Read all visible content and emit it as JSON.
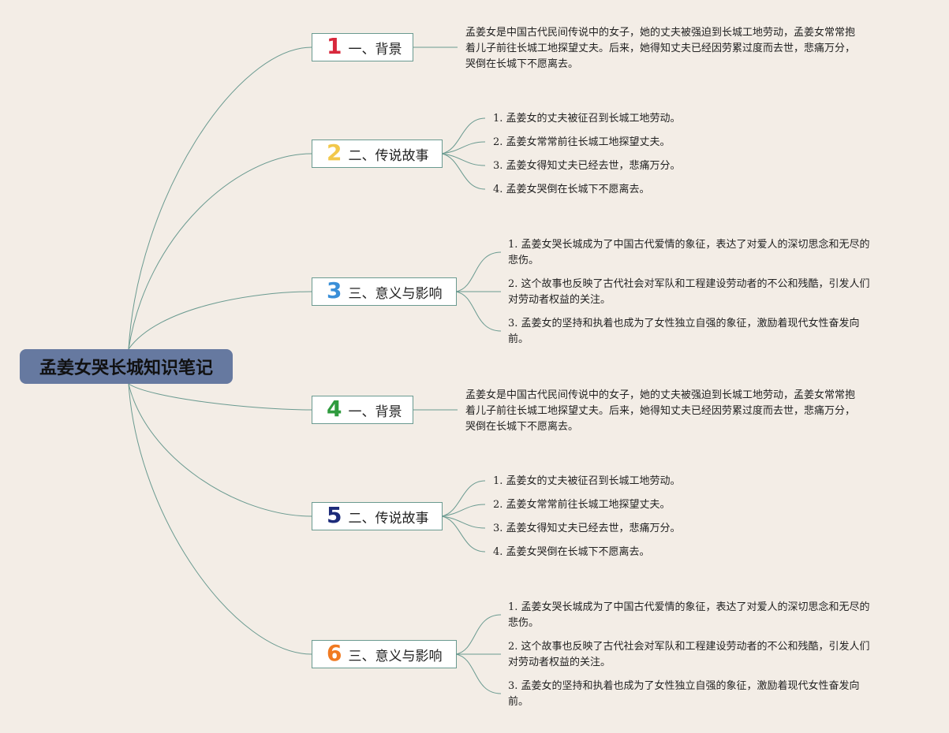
{
  "root": {
    "title": "孟姜女哭长城知识笔记"
  },
  "colors": {
    "background": "#f3ede6",
    "root_fill": "#6679a0",
    "link": "#6a9a90",
    "num1": "#d8283c",
    "num2": "#f2c84b",
    "num3": "#3a8fd8",
    "num4": "#2f9b3e",
    "num5": "#1d2b7a",
    "num6": "#f07a22"
  },
  "branches": [
    {
      "num": "1",
      "label": "一、背景",
      "paragraph": "孟姜女是中国古代民间传说中的女子，她的丈夫被强迫到长城工地劳动，孟姜女常常抱着儿子前往长城工地探望丈夫。后来，她得知丈夫已经因劳累过度而去世，悲痛万分，哭倒在长城下不愿离去。"
    },
    {
      "num": "2",
      "label": "二、传说故事",
      "items": [
        {
          "n": "1.",
          "text": "孟姜女的丈夫被征召到长城工地劳动。"
        },
        {
          "n": "2.",
          "text": "孟姜女常常前往长城工地探望丈夫。"
        },
        {
          "n": "3.",
          "text": "孟姜女得知丈夫已经去世，悲痛万分。"
        },
        {
          "n": "4.",
          "text": "孟姜女哭倒在长城下不愿离去。"
        }
      ]
    },
    {
      "num": "3",
      "label": "三、意义与影响",
      "items": [
        {
          "n": "1.",
          "text": "孟姜女哭长城成为了中国古代爱情的象征，表达了对爱人的深切思念和无尽的",
          "cont": "悲伤。"
        },
        {
          "n": "2.",
          "text": "这个故事也反映了古代社会对军队和工程建设劳动者的不公和残酷，引发人们",
          "cont": "对劳动者权益的关注。"
        },
        {
          "n": "3.",
          "text": "孟姜女的坚持和执着也成为了女性独立自强的象征，激励着现代女性奋发向",
          "cont": "前。"
        }
      ]
    },
    {
      "num": "4",
      "label": "一、背景",
      "paragraph": "孟姜女是中国古代民间传说中的女子，她的丈夫被强迫到长城工地劳动，孟姜女常常抱着儿子前往长城工地探望丈夫。后来，她得知丈夫已经因劳累过度而去世，悲痛万分，哭倒在长城下不愿离去。"
    },
    {
      "num": "5",
      "label": "二、传说故事",
      "items": [
        {
          "n": "1.",
          "text": "孟姜女的丈夫被征召到长城工地劳动。"
        },
        {
          "n": "2.",
          "text": "孟姜女常常前往长城工地探望丈夫。"
        },
        {
          "n": "3.",
          "text": "孟姜女得知丈夫已经去世，悲痛万分。"
        },
        {
          "n": "4.",
          "text": "孟姜女哭倒在长城下不愿离去。"
        }
      ]
    },
    {
      "num": "6",
      "label": "三、意义与影响",
      "items": [
        {
          "n": "1.",
          "text": "孟姜女哭长城成为了中国古代爱情的象征，表达了对爱人的深切思念和无尽的",
          "cont": "悲伤。"
        },
        {
          "n": "2.",
          "text": "这个故事也反映了古代社会对军队和工程建设劳动者的不公和残酷，引发人们",
          "cont": "对劳动者权益的关注。"
        },
        {
          "n": "3.",
          "text": "孟姜女的坚持和执着也成为了女性独立自强的象征，激励着现代女性奋发向",
          "cont": "前。"
        }
      ]
    }
  ]
}
